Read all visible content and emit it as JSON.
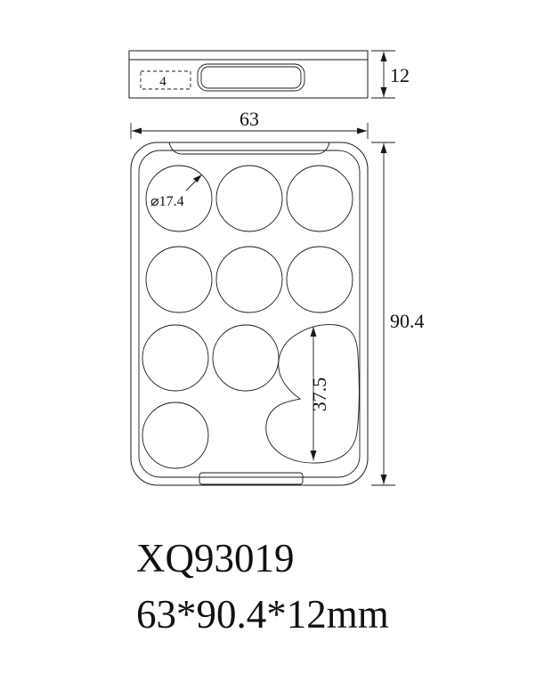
{
  "meta": {
    "product_code": "XQ93019",
    "dimensions_text": "63*90.4*12mm"
  },
  "drawing": {
    "colors": {
      "line": "#1a1a1a",
      "background": "#ffffff"
    },
    "side_view": {
      "thickness_label": "12",
      "inner_depth_label": "4"
    },
    "front_view": {
      "width_label": "63",
      "height_label": "90.4",
      "pan_diameter_label": "⌀17.4",
      "heart_height_label": "37.5"
    }
  }
}
